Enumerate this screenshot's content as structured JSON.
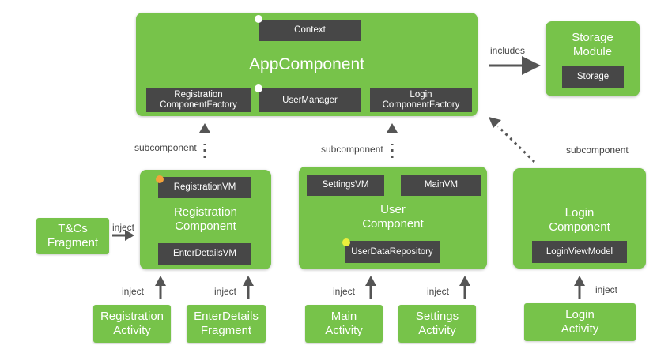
{
  "app_component": {
    "title": "AppComponent",
    "context": "Context",
    "registration_factory": "Registration\nComponentFactory",
    "user_manager": "UserManager",
    "login_factory": "Login\nComponentFactory"
  },
  "storage_module": {
    "title": "Storage\nModule",
    "storage": "Storage"
  },
  "registration_component": {
    "title": "Registration\nComponent",
    "registration_vm": "RegistrationVM",
    "enter_details_vm": "EnterDetailsVM"
  },
  "user_component": {
    "title": "User\nComponent",
    "settings_vm": "SettingsVM",
    "main_vm": "MainVM",
    "user_data_repository": "UserDataRepository"
  },
  "login_component": {
    "title": "Login\nComponent",
    "login_view_model": "LoginViewModel"
  },
  "leaves": {
    "tc_fragment": "T&Cs\nFragment",
    "registration_activity": "Registration\nActivity",
    "enter_details_fragment": "EnterDetails\nFragment",
    "main_activity": "Main\nActivity",
    "settings_activity": "Settings\nActivity",
    "login_activity": "Login\nActivity"
  },
  "labels": {
    "includes": "includes",
    "subcomponent_left": "subcomponent",
    "subcomponent_mid": "subcomponent",
    "subcomponent_right": "subcomponent",
    "inject_tc": "inject",
    "inject_registration": "inject",
    "inject_enter_details": "inject",
    "inject_main": "inject",
    "inject_settings": "inject",
    "inject_login": "inject"
  },
  "colors": {
    "component_green": "#77c34a",
    "class_dark": "#474747",
    "dot_white": "#ffffff",
    "dot_orange": "#f3a33a",
    "dot_yellow": "#e9ef3c",
    "arrow": "#555555"
  }
}
